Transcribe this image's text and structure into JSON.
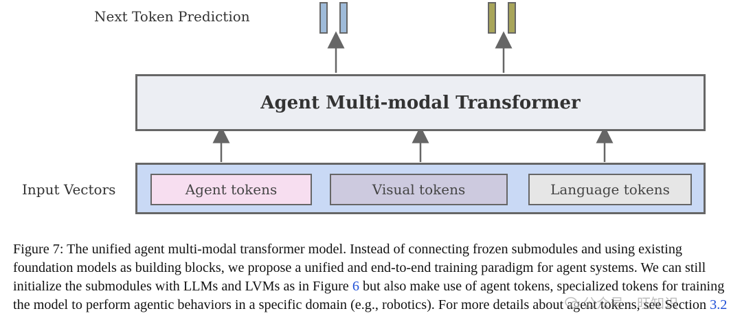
{
  "diagram": {
    "output_label": "Next Token Prediction",
    "transformer_label": "Agent Multi-modal Transformer",
    "input_label": "Input Vectors",
    "tokens": {
      "agent": "Agent tokens",
      "visual": "Visual tokens",
      "language": "Language tokens"
    },
    "colors": {
      "agent_token_fill": "#f7def0",
      "visual_token_fill": "#cdcadf",
      "language_token_fill": "#e6e6e6",
      "input_row_fill": "#c9d9f5",
      "transformer_fill": "#eceef3",
      "output_blue": "#9fbbd9",
      "output_olive": "#a8a55a"
    }
  },
  "caption": {
    "text_1": "Figure 7: The unified agent multi-modal transformer model. Instead of connecting frozen submodules and using existing foundation models as building blocks, we propose a unified and end-to-end training paradigm for agent systems. We can still initialize the submodules with LLMs and LVMs as in Figure ",
    "ref_figure": "6",
    "text_2": " but also make use of agent tokens, specialized tokens for training the model to perform agentic behaviors in a specific domain (e.g., robotics). For more details about agent tokens, see Section ",
    "ref_section": "3.2"
  },
  "watermark": {
    "text": "公众号 · 旺知识"
  }
}
